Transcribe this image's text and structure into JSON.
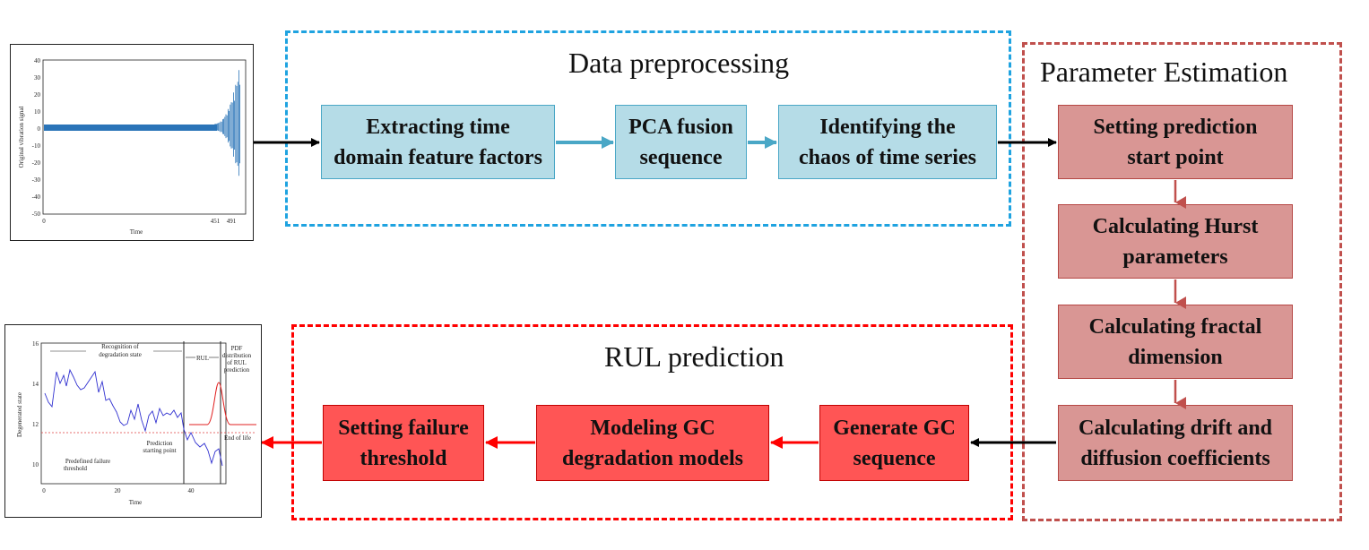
{
  "sections": {
    "data_preprocessing": "Data preprocessing",
    "parameter_estimation": "Parameter Estimation",
    "rul_prediction": "RUL prediction"
  },
  "boxes": {
    "extracting": "Extracting time\ndomain feature factors",
    "pca": "PCA fusion\nsequence",
    "identifying": "Identifying the\nchaos of time series",
    "setting_start": "Setting  prediction\nstart point",
    "hurst": "Calculating Hurst\nparameters",
    "fractal": "Calculating fractal\ndimension",
    "drift": "Calculating  drift and\ndiffusion coefficients",
    "generate_gc": "Generate GC\nsequence",
    "modeling_gc": "Modeling GC\ndegradation models",
    "failure_threshold": "Setting failure\nthreshold"
  },
  "vibration_plot": {
    "ylabel": "Original vibration signal",
    "xlabel": "Time",
    "y_ticks": [
      "40",
      "30",
      "20",
      "10",
      "0",
      "-10",
      "-20",
      "-30",
      "-40",
      "-50"
    ],
    "x_ticks": [
      "0",
      "451",
      "491"
    ]
  },
  "degradation_plot": {
    "ylabel": "Degenerated state",
    "xlabel": "Time",
    "y_ticks": [
      "16",
      "14",
      "12",
      "10"
    ],
    "x_ticks": [
      "0",
      "20",
      "40"
    ],
    "annotations": {
      "recognition": "Recognition of\ndegradation state",
      "rul": "RUL",
      "pdf": "PDF\ndistribution\nof  RUL\nprediction",
      "end_of_life": "End of life",
      "prediction_start": "Prediction\nstarting point",
      "predefined_threshold": "Predefined failure\nthreshold"
    }
  },
  "colors": {
    "blue_dash": "#1fa3e0",
    "brown_dash": "#c0504d",
    "red_dash": "#ff0000",
    "blue_fill": "#b5dce7",
    "pink_fill": "#d99694",
    "red_fill": "#ff5555"
  }
}
